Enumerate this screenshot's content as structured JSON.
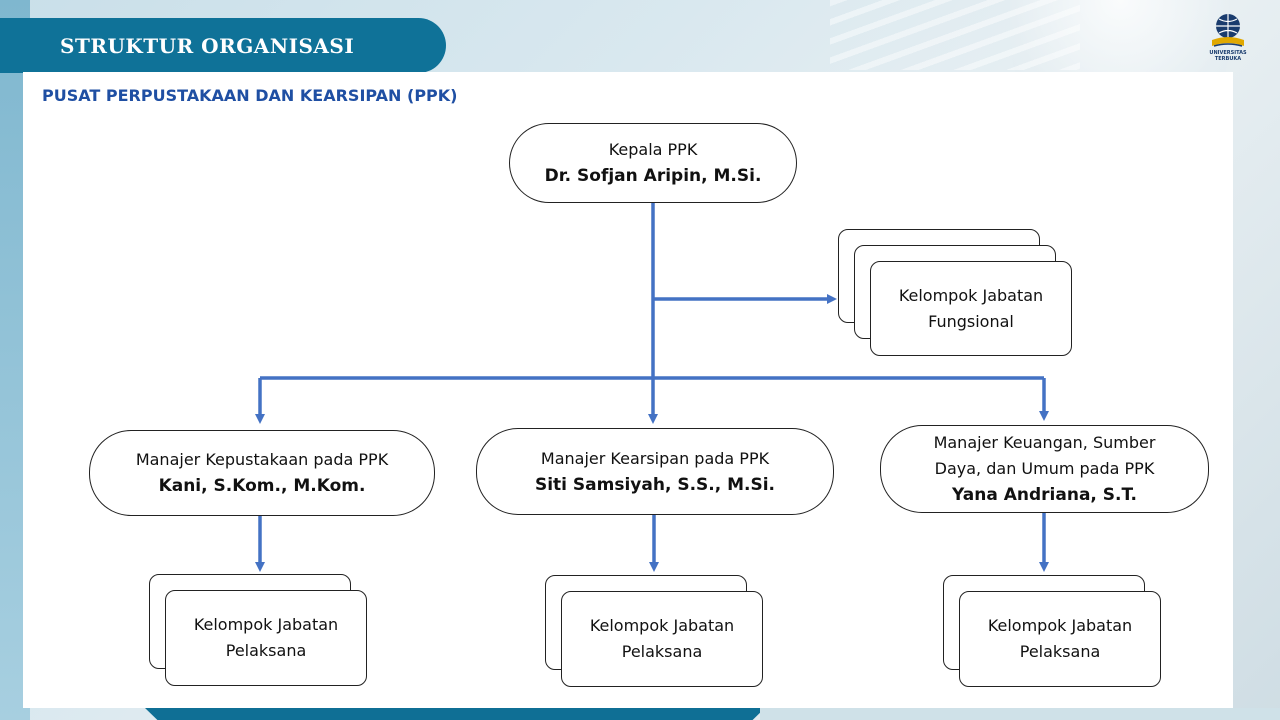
{
  "header": {
    "title": "STRUKTUR ORGANISASI",
    "logo_text": "UNIVERSITAS TERBUKA"
  },
  "subtitle": "PUSAT PERPUSTAKAAN DAN KEARSIPAN (PPK)",
  "colors": {
    "title_bar": "#0f7298",
    "connector": "#4472c4",
    "subtitle": "#1f4fa3"
  },
  "nodes": {
    "head": {
      "role": "Kepala PPK",
      "name": "Dr. Sofjan Aripin, M.Si."
    },
    "functional": {
      "line1": "Kelompok Jabatan",
      "line2": "Fungsional"
    },
    "manager_library": {
      "role": "Manajer Kepustakaan pada PPK",
      "name": "Kani, S.Kom., M.Kom."
    },
    "manager_archive": {
      "role": "Manajer Kearsipan pada PPK",
      "name": "Siti Samsiyah, S.S., M.Si."
    },
    "manager_finance": {
      "role1": "Manajer Keuangan, Sumber",
      "role2": "Daya, dan Umum pada PPK",
      "name": "Yana Andriana, S.T."
    },
    "staff_1": {
      "line1": "Kelompok Jabatan",
      "line2": "Pelaksana"
    },
    "staff_2": {
      "line1": "Kelompok Jabatan",
      "line2": "Pelaksana"
    },
    "staff_3": {
      "line1": "Kelompok Jabatan",
      "line2": "Pelaksana"
    }
  }
}
